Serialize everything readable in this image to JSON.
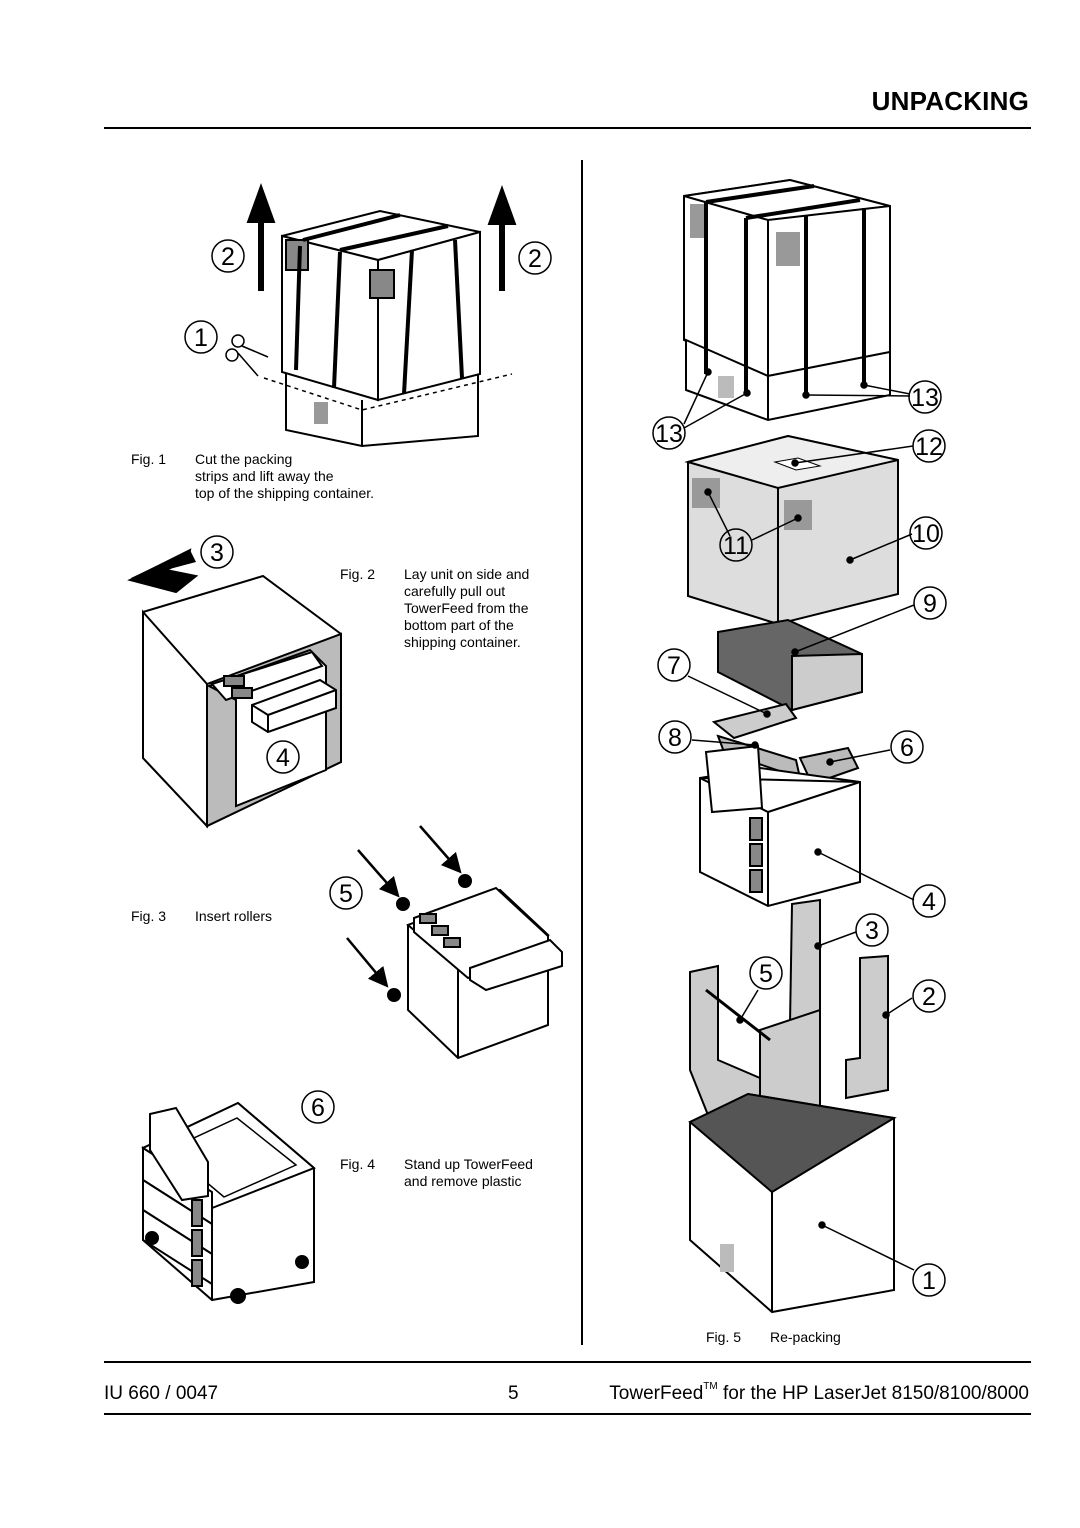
{
  "page": {
    "title": "UNPACKING"
  },
  "figures": {
    "fig1": {
      "number": "Fig. 1",
      "caption": "Cut the packing\nstrips and lift away the\ntop of the shipping container."
    },
    "fig2": {
      "number": "Fig. 2",
      "caption": "Lay unit on side and\ncarefully pull out\nTowerFeed from the\nbottom part of the\nshipping container."
    },
    "fig3": {
      "number": "Fig. 3",
      "caption": "Insert rollers"
    },
    "fig4": {
      "number": "Fig. 4",
      "caption": "Stand up TowerFeed\nand remove plastic"
    },
    "fig5": {
      "number": "Fig. 5",
      "caption": "Re-packing"
    }
  },
  "callouts": {
    "fig1": [
      "2",
      "2",
      "1"
    ],
    "fig2": [
      "3",
      "4"
    ],
    "fig3": [
      "5"
    ],
    "fig4": [
      "6"
    ],
    "fig5": [
      "13",
      "13",
      "12",
      "11",
      "10",
      "9",
      "7",
      "8",
      "6",
      "4",
      "3",
      "5",
      "2",
      "1"
    ]
  },
  "footer": {
    "doc_id": "IU 660 / 0047",
    "page_number": "5",
    "product": "TowerFeed",
    "trademark": "TM",
    "product_suffix": " for the HP LaserJet 8150/8100/8000"
  }
}
